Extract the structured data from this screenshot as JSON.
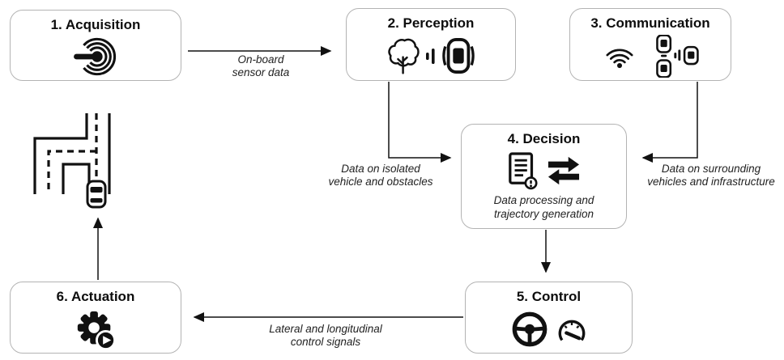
{
  "diagram": {
    "boxes": [
      {
        "label": "1. Acquisition",
        "icons": [
          "radar-sensor-icon"
        ]
      },
      {
        "label": "2. Perception",
        "icons": [
          "tree-icon",
          "signal-waves-icon",
          "sensed-car-icon"
        ]
      },
      {
        "label": "3. Communication",
        "icons": [
          "wifi-icon",
          "v2v-communication-icon"
        ]
      },
      {
        "label": "4. Decision",
        "icons": [
          "document-alert-icon",
          "exchange-arrows-icon"
        ],
        "sublabel_line1": "Data processing and",
        "sublabel_line2": "trajectory generation"
      },
      {
        "label": "5. Control",
        "icons": [
          "steering-wheel-icon",
          "speedometer-icon"
        ]
      },
      {
        "label": "6. Actuation",
        "icons": [
          "gear-play-icon"
        ]
      }
    ],
    "edge_labels": [
      {
        "line1": "On-board",
        "line2": "sensor data"
      },
      {
        "line1": "Data on isolated",
        "line2": "vehicle and obstacles"
      },
      {
        "line1": "Data on surrounding",
        "line2": "vehicles and infrastructure"
      },
      {
        "line1": "Lateral and longitudinal",
        "line2": "control signals"
      }
    ],
    "figures": [
      {
        "name": "road-map-figure",
        "description_icons": [
          "road-intersection-icon",
          "ego-car-icon"
        ]
      }
    ],
    "colors": {
      "box_border": "#b3b3b3",
      "ink": "#111111",
      "label_text": "#222222"
    }
  }
}
